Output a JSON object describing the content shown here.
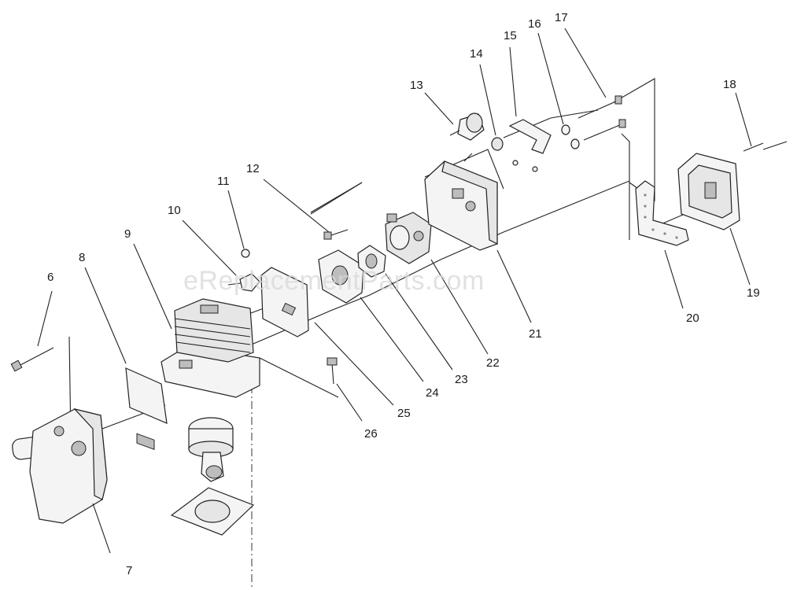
{
  "watermark": "eReplacementParts.com",
  "callouts": [
    {
      "id": "6",
      "label": "6"
    },
    {
      "id": "7",
      "label": "7"
    },
    {
      "id": "8",
      "label": "8"
    },
    {
      "id": "9",
      "label": "9"
    },
    {
      "id": "10",
      "label": "10"
    },
    {
      "id": "11",
      "label": "11"
    },
    {
      "id": "12",
      "label": "12"
    },
    {
      "id": "13",
      "label": "13"
    },
    {
      "id": "14",
      "label": "14"
    },
    {
      "id": "15",
      "label": "15"
    },
    {
      "id": "16",
      "label": "16"
    },
    {
      "id": "17",
      "label": "17"
    },
    {
      "id": "18",
      "label": "18"
    },
    {
      "id": "19",
      "label": "19"
    },
    {
      "id": "20",
      "label": "20"
    },
    {
      "id": "21",
      "label": "21"
    },
    {
      "id": "22",
      "label": "22"
    },
    {
      "id": "23",
      "label": "23"
    },
    {
      "id": "24",
      "label": "24"
    },
    {
      "id": "25",
      "label": "25"
    },
    {
      "id": "26",
      "label": "26"
    }
  ]
}
